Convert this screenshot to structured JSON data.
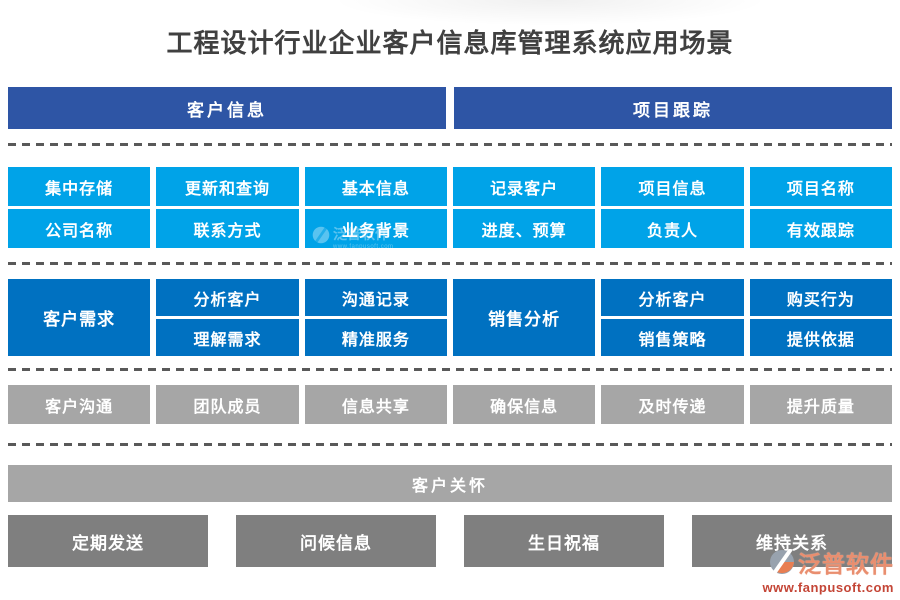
{
  "title": "工程设计行业企业客户信息库管理系统应用场景",
  "headers": {
    "left": "客户信息",
    "right": "项目跟踪"
  },
  "storage": {
    "row1": [
      "集中存储",
      "更新和查询",
      "基本信息",
      "记录客户",
      "项目信息",
      "项目名称"
    ],
    "row2": [
      "公司名称",
      "联系方式",
      "业务背景",
      "进度、预算",
      "负责人",
      "有效跟踪"
    ]
  },
  "analysis": {
    "customer_needs": "客户需求",
    "sales_analysis": "销售分析",
    "top": [
      "分析客户",
      "沟通记录",
      "分析客户",
      "购买行为"
    ],
    "bottom": [
      "理解需求",
      "精准服务",
      "销售策略",
      "提供依据"
    ]
  },
  "communication": [
    "客户沟通",
    "团队成员",
    "信息共享",
    "确保信息",
    "及时传递",
    "提升质量"
  ],
  "care": {
    "header": "客户关怀",
    "items": [
      "定期发送",
      "问候信息",
      "生日祝福",
      "维持关系"
    ]
  },
  "watermark": {
    "brand": "泛普软件",
    "url": "www.fanpusoft.com"
  },
  "colors": {
    "navy": "#2E55A5",
    "cyan": "#00A3E8",
    "blue": "#0071C1",
    "gray_light": "#A6A6A6",
    "gray_dark": "#7F7F7F",
    "dash": "#595959",
    "title_text": "#404040",
    "brand_orange": "#E98E6F",
    "brand_red": "#C44536"
  }
}
